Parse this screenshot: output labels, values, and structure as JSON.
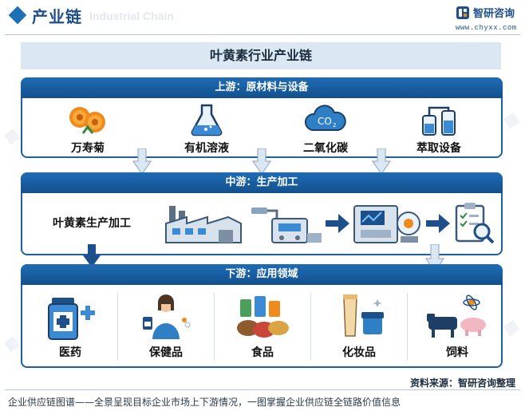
{
  "header": {
    "title": "产业链",
    "ghost_text": "Industrial Chain",
    "brand": "智研咨询",
    "url": "www.chyxx.com"
  },
  "diagram": {
    "title": "叶黄素行业产业链",
    "upstream": {
      "heading": "上游：原材料与设备",
      "items": [
        {
          "label": "万寿菊",
          "icon": "marigold-icon"
        },
        {
          "label": "有机溶液",
          "icon": "flask-icon"
        },
        {
          "label": "二氧化碳",
          "icon": "co2-cloud-icon"
        },
        {
          "label": "萃取设备",
          "icon": "extraction-equipment-icon"
        }
      ]
    },
    "midstream": {
      "heading": "中游：生产加工",
      "label": "叶黄素生产加工",
      "steps": [
        "factory-icon",
        "processing-machine-icon",
        "control-machine-icon",
        "quality-checklist-icon"
      ],
      "co2_sub": "2",
      "co2_text": "CO"
    },
    "downstream": {
      "heading": "下游：应用领域",
      "items": [
        {
          "label": "医药",
          "icon": "medicine-bottle-icon"
        },
        {
          "label": "保健品",
          "icon": "health-supplement-icon"
        },
        {
          "label": "食品",
          "icon": "food-icon"
        },
        {
          "label": "化妆品",
          "icon": "cosmetics-icon"
        },
        {
          "label": "饲料",
          "icon": "livestock-feed-icon"
        }
      ]
    }
  },
  "footer": {
    "source": "资料来源：智研咨询整理",
    "caption": "企业供应链图谱——全景呈现目标企业市场上下游情况，一图掌握企业供应链全链路价值信息"
  },
  "colors": {
    "primary": "#1d5fa0",
    "accent_orange": "#f08a1c",
    "title_bg": "#dbe7f3"
  }
}
